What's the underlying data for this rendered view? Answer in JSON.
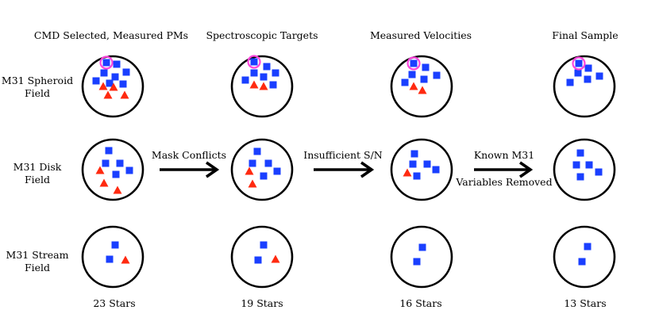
{
  "columns": [
    {
      "title": "CMD Selected, Measured PMs",
      "count": "23 Stars"
    },
    {
      "title": "Spectroscopic Targets",
      "count": "19 Stars"
    },
    {
      "title": "Measured Velocities",
      "count": "16 Stars"
    },
    {
      "title": "Final Sample",
      "count": "13 Stars"
    }
  ],
  "rows": [
    {
      "label_lines": [
        "M31 Spheroid",
        "Field"
      ]
    },
    {
      "label_lines": [
        "M31 Disk",
        "Field"
      ]
    },
    {
      "label_lines": [
        "M31 Stream",
        "Field"
      ]
    }
  ],
  "transitions": [
    {
      "label_lines": [
        "Mask Conflicts"
      ]
    },
    {
      "label_lines": [
        "Insufficient S/N"
      ]
    },
    {
      "label_lines": [
        "Known M31",
        "Variables Removed"
      ]
    }
  ],
  "colors": {
    "square": "#1a3fff",
    "triangle": "#ff2a10",
    "highlight_ring": "#ff44dd",
    "outline": "#000000"
  }
}
